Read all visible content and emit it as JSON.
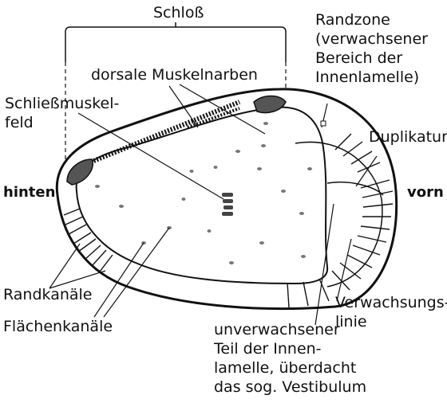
{
  "colors": {
    "ink": "#111111",
    "shell": "#ffffff",
    "scar": "#555555",
    "dots": "#777777"
  },
  "labels": {
    "schloss": [
      "Schloß"
    ],
    "randzone": [
      "Randzone",
      "(verwachsener",
      "Bereich der",
      "Innenlamelle)"
    ],
    "dorsale": [
      "dorsale Muskelnarben"
    ],
    "schliess": [
      "Schließmuskel-",
      "feld"
    ],
    "duplikatur": [
      "Duplikatur"
    ],
    "hinten": [
      "hinten"
    ],
    "vorn": [
      "vorn"
    ],
    "randkanaele": [
      "Randkanäle"
    ],
    "flaechenkanaele": [
      "Flächenkanäle"
    ],
    "verwachsungslinie": [
      "Verwachsungs-",
      "linie"
    ],
    "unverwachsen": [
      "unverwachsener",
      "Teil der Innen-",
      "lamelle, überdacht",
      "das sog. Vestibulum"
    ]
  }
}
